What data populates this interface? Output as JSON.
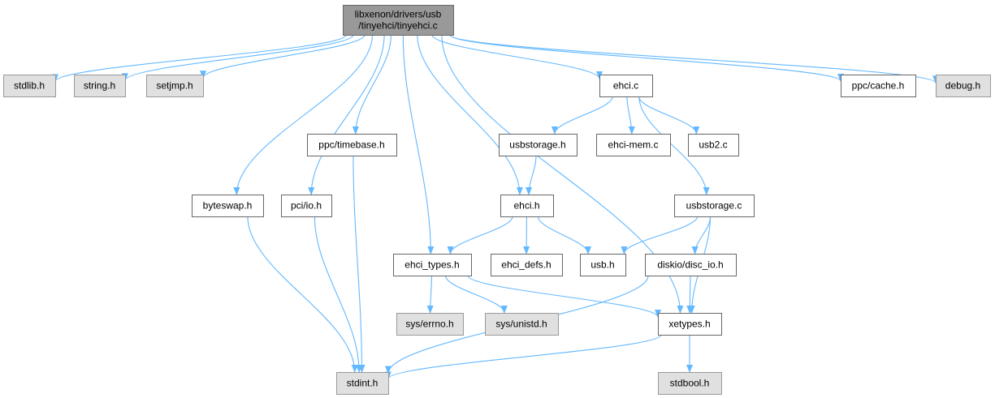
{
  "colors": {
    "edge": "#63b8ff",
    "root_fill": "#999999",
    "root_border": "#666666",
    "documented_fill": "#ffffff",
    "documented_border": "#666666",
    "system_fill": "#e0e0e0",
    "system_border": "#999999"
  },
  "nodes": [
    {
      "id": "root",
      "label_lines": [
        "libxenon/drivers/usb",
        "/tinyehci/tinyehci.c"
      ],
      "kind": "root"
    },
    {
      "id": "stdlib",
      "label_lines": [
        "stdlib.h"
      ],
      "kind": "system"
    },
    {
      "id": "string",
      "label_lines": [
        "string.h"
      ],
      "kind": "system"
    },
    {
      "id": "setjmp",
      "label_lines": [
        "setjmp.h"
      ],
      "kind": "system"
    },
    {
      "id": "ehci_c",
      "label_lines": [
        "ehci.c"
      ],
      "kind": "documented"
    },
    {
      "id": "ppc_cache",
      "label_lines": [
        "ppc/cache.h"
      ],
      "kind": "documented"
    },
    {
      "id": "debug",
      "label_lines": [
        "debug.h"
      ],
      "kind": "system"
    },
    {
      "id": "ppc_timebase",
      "label_lines": [
        "ppc/timebase.h"
      ],
      "kind": "documented"
    },
    {
      "id": "usbstorage_h",
      "label_lines": [
        "usbstorage.h"
      ],
      "kind": "documented"
    },
    {
      "id": "ehci_mem",
      "label_lines": [
        "ehci-mem.c"
      ],
      "kind": "documented"
    },
    {
      "id": "usb2",
      "label_lines": [
        "usb2.c"
      ],
      "kind": "documented"
    },
    {
      "id": "byteswap",
      "label_lines": [
        "byteswap.h"
      ],
      "kind": "documented"
    },
    {
      "id": "pci_io",
      "label_lines": [
        "pci/io.h"
      ],
      "kind": "documented"
    },
    {
      "id": "ehci_h",
      "label_lines": [
        "ehci.h"
      ],
      "kind": "documented"
    },
    {
      "id": "usbstorage_c",
      "label_lines": [
        "usbstorage.c"
      ],
      "kind": "documented"
    },
    {
      "id": "ehci_types",
      "label_lines": [
        "ehci_types.h"
      ],
      "kind": "documented"
    },
    {
      "id": "ehci_defs",
      "label_lines": [
        "ehci_defs.h"
      ],
      "kind": "documented"
    },
    {
      "id": "usb_h",
      "label_lines": [
        "usb.h"
      ],
      "kind": "documented"
    },
    {
      "id": "disc_io",
      "label_lines": [
        "diskio/disc_io.h"
      ],
      "kind": "documented"
    },
    {
      "id": "sys_errno",
      "label_lines": [
        "sys/errno.h"
      ],
      "kind": "system"
    },
    {
      "id": "sys_unistd",
      "label_lines": [
        "sys/unistd.h"
      ],
      "kind": "system"
    },
    {
      "id": "xetypes",
      "label_lines": [
        "xetypes.h"
      ],
      "kind": "documented"
    },
    {
      "id": "stdint",
      "label_lines": [
        "stdint.h"
      ],
      "kind": "system"
    },
    {
      "id": "stdbool",
      "label_lines": [
        "stdbool.h"
      ],
      "kind": "system"
    }
  ],
  "edges": [
    [
      "root",
      "stdlib"
    ],
    [
      "root",
      "string"
    ],
    [
      "root",
      "setjmp"
    ],
    [
      "root",
      "ehci_c"
    ],
    [
      "root",
      "ppc_cache"
    ],
    [
      "root",
      "debug"
    ],
    [
      "root",
      "ppc_timebase"
    ],
    [
      "root",
      "byteswap"
    ],
    [
      "root",
      "pci_io"
    ],
    [
      "root",
      "ehci_h"
    ],
    [
      "root",
      "ehci_types"
    ],
    [
      "root",
      "xetypes"
    ],
    [
      "ehci_c",
      "usbstorage_h"
    ],
    [
      "ehci_c",
      "ehci_mem"
    ],
    [
      "ehci_c",
      "usb2"
    ],
    [
      "ehci_c",
      "usbstorage_c"
    ],
    [
      "usbstorage_h",
      "ehci_h"
    ],
    [
      "ehci_h",
      "ehci_types"
    ],
    [
      "ehci_h",
      "ehci_defs"
    ],
    [
      "ehci_h",
      "usb_h"
    ],
    [
      "usbstorage_c",
      "usb_h"
    ],
    [
      "usbstorage_c",
      "disc_io"
    ],
    [
      "usbstorage_c",
      "xetypes"
    ],
    [
      "ehci_types",
      "sys_errno"
    ],
    [
      "ehci_types",
      "sys_unistd"
    ],
    [
      "ehci_types",
      "xetypes"
    ],
    [
      "disc_io",
      "xetypes"
    ],
    [
      "disc_io",
      "stdint"
    ],
    [
      "xetypes",
      "stdint"
    ],
    [
      "xetypes",
      "stdbool"
    ],
    [
      "byteswap",
      "stdint"
    ],
    [
      "pci_io",
      "stdint"
    ],
    [
      "ppc_timebase",
      "stdint"
    ]
  ]
}
